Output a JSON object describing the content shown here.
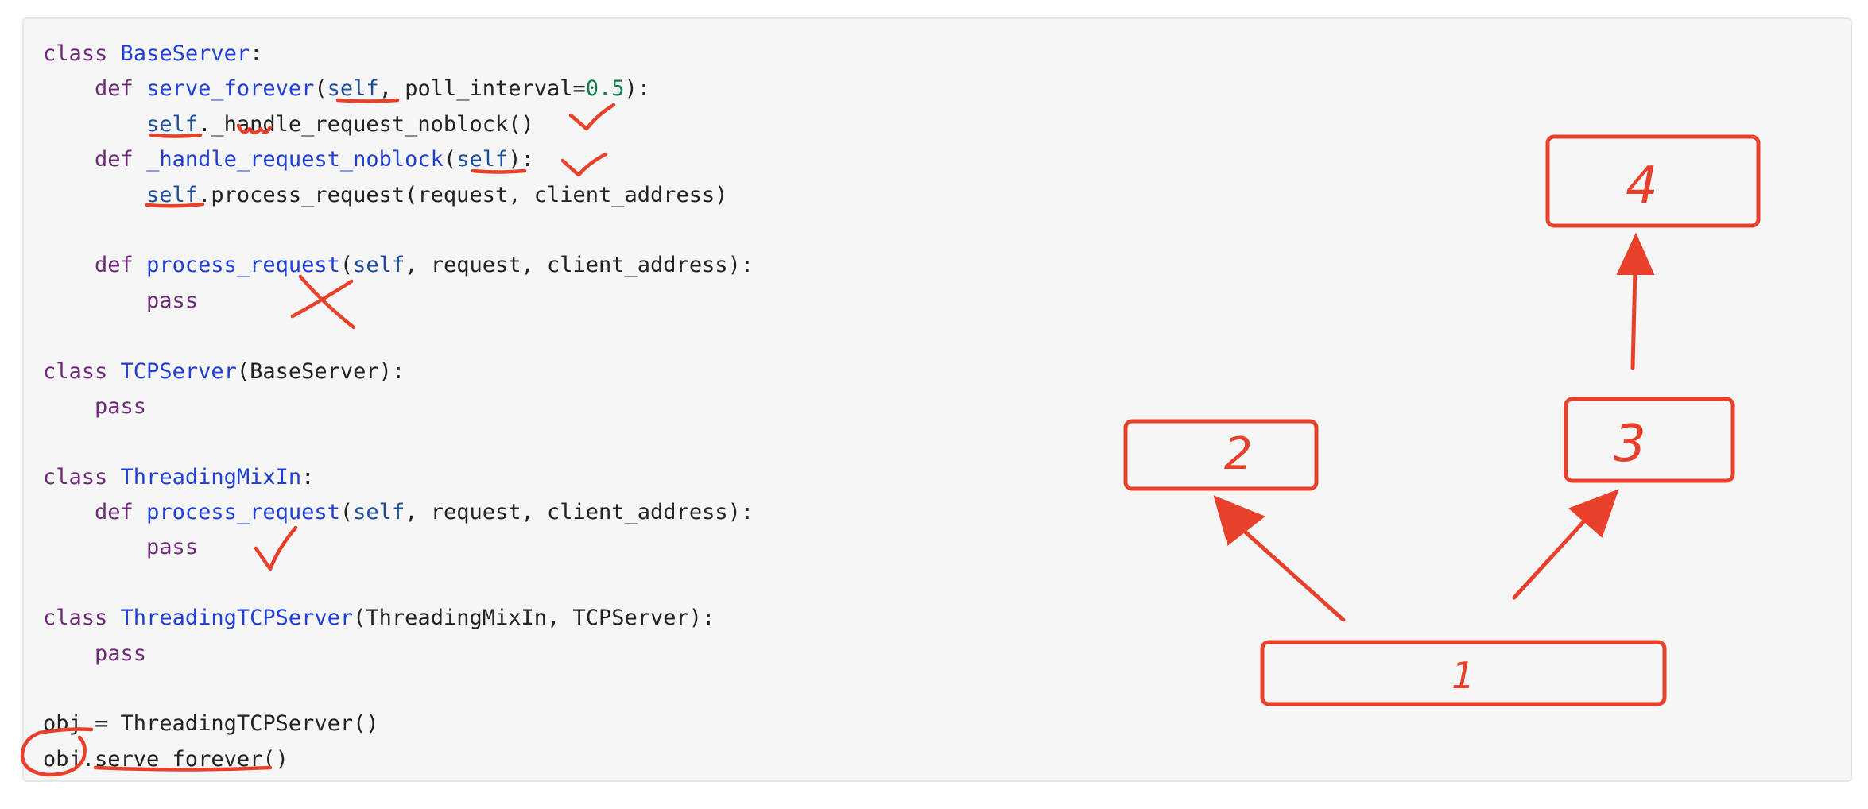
{
  "code": {
    "lines": [
      [
        {
          "t": "kw",
          "v": "class "
        },
        {
          "t": "nm",
          "v": "BaseServer"
        },
        {
          "t": "tx",
          "v": ":"
        }
      ],
      [
        {
          "t": "tx",
          "v": "    "
        },
        {
          "t": "kw",
          "v": "def "
        },
        {
          "t": "nm",
          "v": "serve_forever"
        },
        {
          "t": "tx",
          "v": "("
        },
        {
          "t": "sf",
          "v": "self"
        },
        {
          "t": "tx",
          "v": ", poll_interval="
        },
        {
          "t": "nu",
          "v": "0.5"
        },
        {
          "t": "tx",
          "v": "):"
        }
      ],
      [
        {
          "t": "tx",
          "v": "        "
        },
        {
          "t": "sf",
          "v": "self"
        },
        {
          "t": "tx",
          "v": "._handle_request_noblock()"
        }
      ],
      [
        {
          "t": "tx",
          "v": "    "
        },
        {
          "t": "kw",
          "v": "def "
        },
        {
          "t": "nm",
          "v": "_handle_request_noblock"
        },
        {
          "t": "tx",
          "v": "("
        },
        {
          "t": "sf",
          "v": "self"
        },
        {
          "t": "tx",
          "v": "):"
        }
      ],
      [
        {
          "t": "tx",
          "v": "        "
        },
        {
          "t": "sf",
          "v": "self"
        },
        {
          "t": "tx",
          "v": ".process_request(request, client_address)"
        }
      ],
      [],
      [
        {
          "t": "tx",
          "v": "    "
        },
        {
          "t": "kw",
          "v": "def "
        },
        {
          "t": "nm",
          "v": "process_request"
        },
        {
          "t": "tx",
          "v": "("
        },
        {
          "t": "sf",
          "v": "self"
        },
        {
          "t": "tx",
          "v": ", request, client_address):"
        }
      ],
      [
        {
          "t": "tx",
          "v": "        "
        },
        {
          "t": "kw",
          "v": "pass"
        }
      ],
      [],
      [
        {
          "t": "kw",
          "v": "class "
        },
        {
          "t": "nm",
          "v": "TCPServer"
        },
        {
          "t": "tx",
          "v": "(BaseServer):"
        }
      ],
      [
        {
          "t": "tx",
          "v": "    "
        },
        {
          "t": "kw",
          "v": "pass"
        }
      ],
      [],
      [
        {
          "t": "kw",
          "v": "class "
        },
        {
          "t": "nm",
          "v": "ThreadingMixIn"
        },
        {
          "t": "tx",
          "v": ":"
        }
      ],
      [
        {
          "t": "tx",
          "v": "    "
        },
        {
          "t": "kw",
          "v": "def "
        },
        {
          "t": "nm",
          "v": "process_request"
        },
        {
          "t": "tx",
          "v": "("
        },
        {
          "t": "sf",
          "v": "self"
        },
        {
          "t": "tx",
          "v": ", request, client_address):"
        }
      ],
      [
        {
          "t": "tx",
          "v": "        "
        },
        {
          "t": "kw",
          "v": "pass"
        }
      ],
      [],
      [
        {
          "t": "kw",
          "v": "class "
        },
        {
          "t": "nm",
          "v": "ThreadingTCPServer"
        },
        {
          "t": "tx",
          "v": "(ThreadingMixIn, TCPServer):"
        }
      ],
      [
        {
          "t": "tx",
          "v": "    "
        },
        {
          "t": "kw",
          "v": "pass"
        }
      ],
      [],
      [
        {
          "t": "tx",
          "v": "obj = ThreadingTCPServer()"
        }
      ],
      [
        {
          "t": "tx",
          "v": "obj.serve_forever()"
        }
      ]
    ]
  },
  "diagram": {
    "boxes": [
      {
        "id": "box-1",
        "label": "1"
      },
      {
        "id": "box-2",
        "label": "2"
      },
      {
        "id": "box-3",
        "label": "3"
      },
      {
        "id": "box-4",
        "label": "4"
      }
    ],
    "arrows": [
      {
        "from": "box-1",
        "to": "box-2"
      },
      {
        "from": "box-1",
        "to": "box-3"
      },
      {
        "from": "box-3",
        "to": "box-4"
      }
    ]
  },
  "colors": {
    "annotation": "#e8402a",
    "keyword": "#6f2b7a",
    "name": "#1f3fd6",
    "self": "#1d4e9e",
    "number": "#0f7a4a",
    "text": "#222222",
    "code_background": "#f6f6f6"
  }
}
